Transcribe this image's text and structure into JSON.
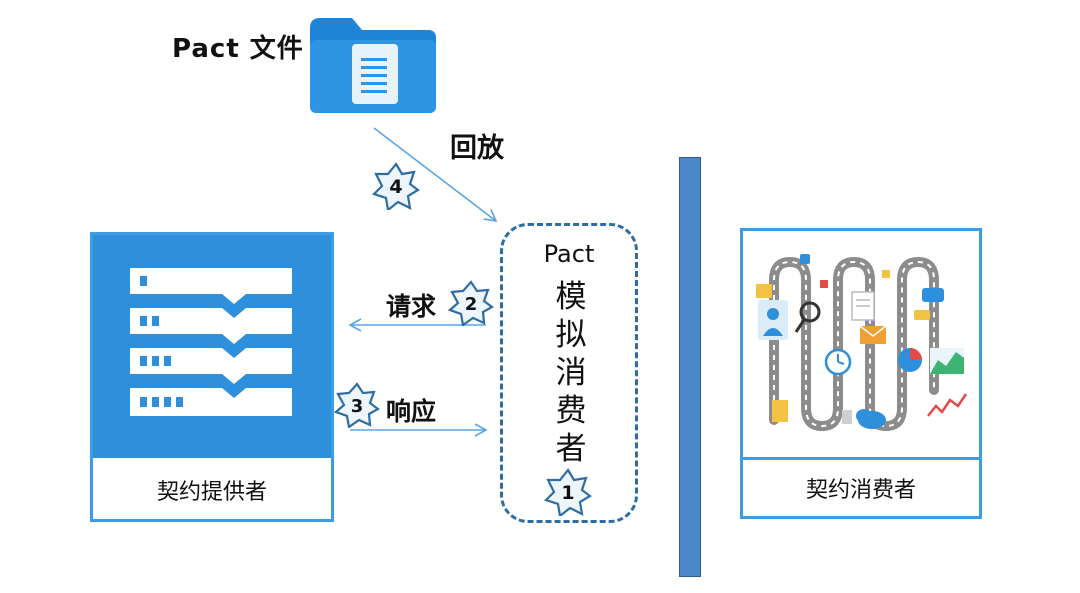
{
  "pact_file": {
    "label": "Pact 文件"
  },
  "arrows": {
    "replay": "回放",
    "request": "请求",
    "response": "响应"
  },
  "steps": {
    "one": "1",
    "two": "2",
    "three": "3",
    "four": "4"
  },
  "mock_consumer": {
    "title": "Pact",
    "vertical_text": "模拟消费者"
  },
  "provider": {
    "caption": "契约提供者"
  },
  "consumer": {
    "caption": "契约消费者"
  },
  "colors": {
    "primary_blue": "#2e8fdc",
    "border_blue": "#3d9de4",
    "dashed_border": "#2e6da4",
    "divider_bar": "#4a86c8",
    "arrow": "#5aa5e6",
    "badge": "#2e6da4"
  },
  "icons": [
    "folder-document-icon",
    "server-rack-icon",
    "process-illustration"
  ]
}
